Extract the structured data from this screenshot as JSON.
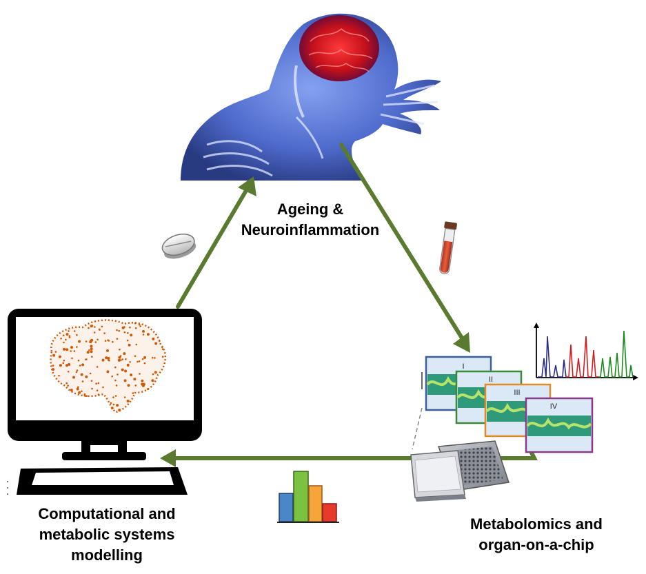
{
  "labels": {
    "top": [
      "Ageing &",
      "Neuroinflammation"
    ],
    "left": [
      "Computational and",
      "metabolic systems",
      "modelling"
    ],
    "right": [
      "Metabolomics and",
      "organ-on-a-chip"
    ]
  },
  "panels": [
    "I",
    "II",
    "III",
    "IV"
  ],
  "colors": {
    "arrow": "#5a7b2f",
    "brain_dots": "#cc5a0a",
    "chromatogram": [
      "#2a2a8a",
      "#d41c1c",
      "#1d8a1d"
    ],
    "bars": [
      "#4a86c8",
      "#7cc242",
      "#f5a53a",
      "#e83a2a"
    ],
    "panel_borders": [
      "#3a5f9a",
      "#3a8a3a",
      "#e08a2a",
      "#8a3a8a"
    ],
    "tissue": "#2f9a7a"
  },
  "icons": [
    "pill-icon",
    "blood-tube-icon",
    "bar-chart-icon",
    "chromatogram-icon",
    "computer-monitor-icon",
    "keyboard-icon",
    "microplate-icon",
    "human-skeleton-icon"
  ]
}
